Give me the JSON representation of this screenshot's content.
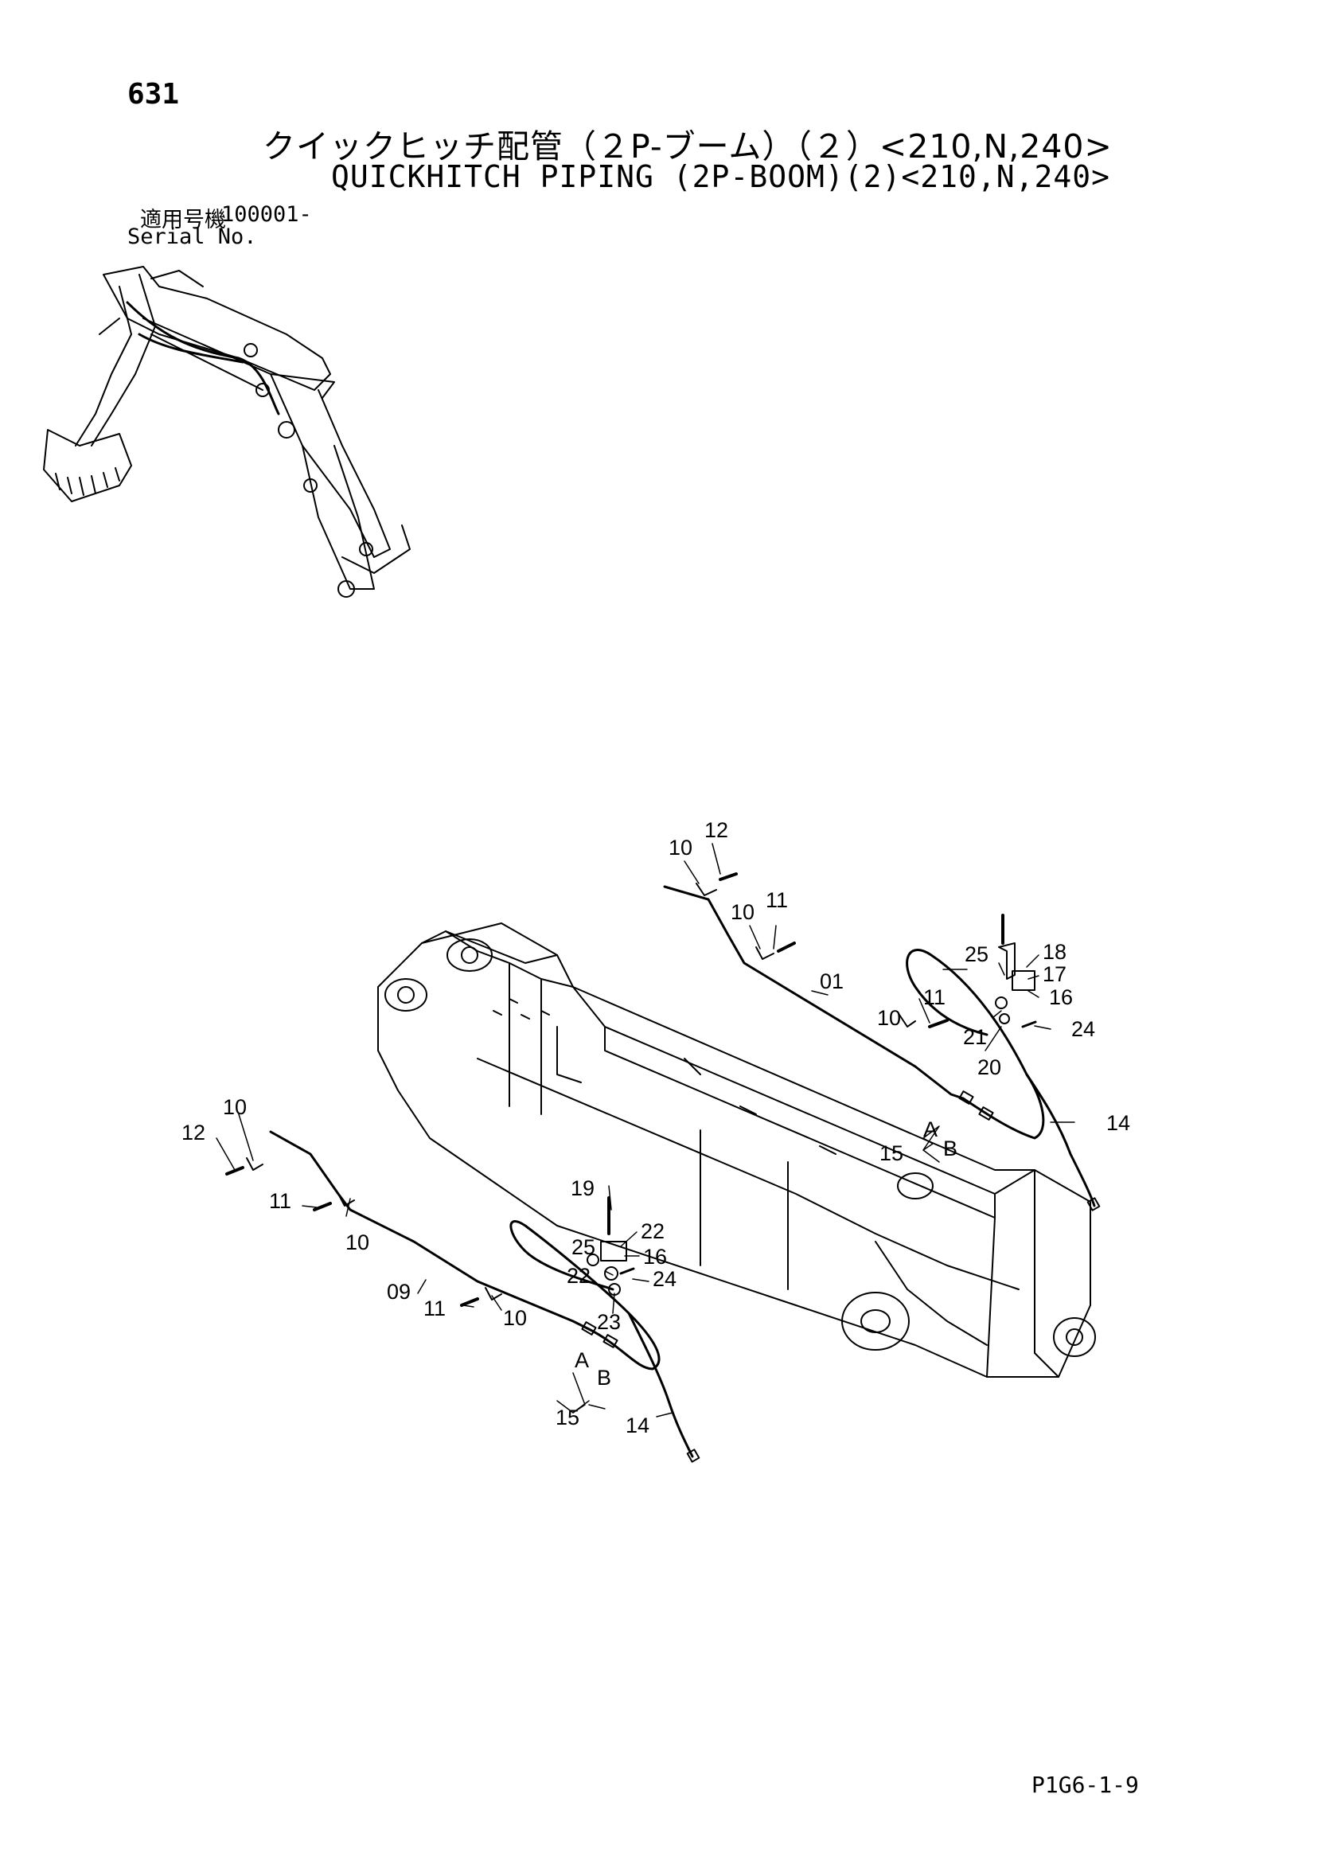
{
  "header": {
    "page_number": "631",
    "title_ja": "クイックヒッチ配管（２P-ブーム）（２）<210,N,240>",
    "title_en": "QUICKHITCH PIPING (2P-BOOM)(2)<210,N,240>",
    "serial_label_ja": "適用号機",
    "serial_label_en": "Serial No.",
    "serial_value": "100001-"
  },
  "callouts": [
    {
      "id": "c10a",
      "text": "10"
    },
    {
      "id": "c12a",
      "text": "12"
    },
    {
      "id": "c10b",
      "text": "10"
    },
    {
      "id": "c11a",
      "text": "11"
    },
    {
      "id": "c01",
      "text": "01"
    },
    {
      "id": "c25a",
      "text": "25"
    },
    {
      "id": "c18",
      "text": "18"
    },
    {
      "id": "c17",
      "text": "17"
    },
    {
      "id": "c11b",
      "text": "11"
    },
    {
      "id": "c16a",
      "text": "16"
    },
    {
      "id": "c10c",
      "text": "10"
    },
    {
      "id": "c21",
      "text": "21"
    },
    {
      "id": "c24a",
      "text": "24"
    },
    {
      "id": "c20",
      "text": "20"
    },
    {
      "id": "c14a",
      "text": "14"
    },
    {
      "id": "cAa",
      "text": "A"
    },
    {
      "id": "c15a",
      "text": "15"
    },
    {
      "id": "cBa",
      "text": "B"
    },
    {
      "id": "c10d",
      "text": "10"
    },
    {
      "id": "c12b",
      "text": "12"
    },
    {
      "id": "c19",
      "text": "19"
    },
    {
      "id": "c11c",
      "text": "11"
    },
    {
      "id": "c25b",
      "text": "25"
    },
    {
      "id": "c22a",
      "text": "22"
    },
    {
      "id": "c10e",
      "text": "10"
    },
    {
      "id": "c16b",
      "text": "16"
    },
    {
      "id": "c09",
      "text": "09"
    },
    {
      "id": "c22b",
      "text": "22"
    },
    {
      "id": "c24b",
      "text": "24"
    },
    {
      "id": "c11d",
      "text": "11"
    },
    {
      "id": "c10f",
      "text": "10"
    },
    {
      "id": "c23",
      "text": "23"
    },
    {
      "id": "cAb",
      "text": "A"
    },
    {
      "id": "cBb",
      "text": "B"
    },
    {
      "id": "c15b",
      "text": "15"
    },
    {
      "id": "c14b",
      "text": "14"
    }
  ],
  "footer": {
    "page_code": "P1G6-1-9"
  }
}
